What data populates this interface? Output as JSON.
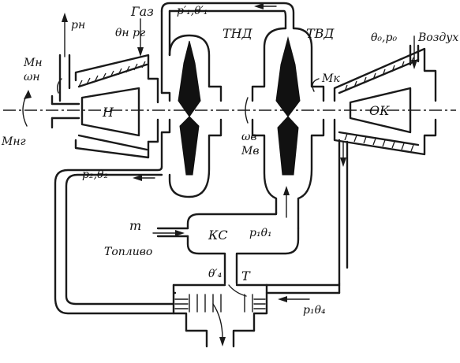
{
  "labels": {
    "p_n": "pн",
    "gas": "Газ",
    "theta_n_p_g": "θн  pг",
    "p1_theta1_top": "p′₁,θ′₁",
    "tnd": "ТНД",
    "tvd": "ТВД",
    "theta0_p0": "θ₀,p₀",
    "air": "Воздух",
    "M_n": "Mн",
    "omega_n": "ωн",
    "M_k": "Mк",
    "N": "Н",
    "OK": "ОК",
    "M_ng": "Mнг",
    "omega_g": "ωв",
    "M_g": "Mв",
    "p2_theta2": "p₂,θ₂",
    "m": "m",
    "fuel": "Топливо",
    "KS": "КС",
    "p1_theta1": "p₁θ₁",
    "theta4_prime": "θ′₄",
    "T": "Т",
    "p1_theta4": "p₁θ₄"
  }
}
